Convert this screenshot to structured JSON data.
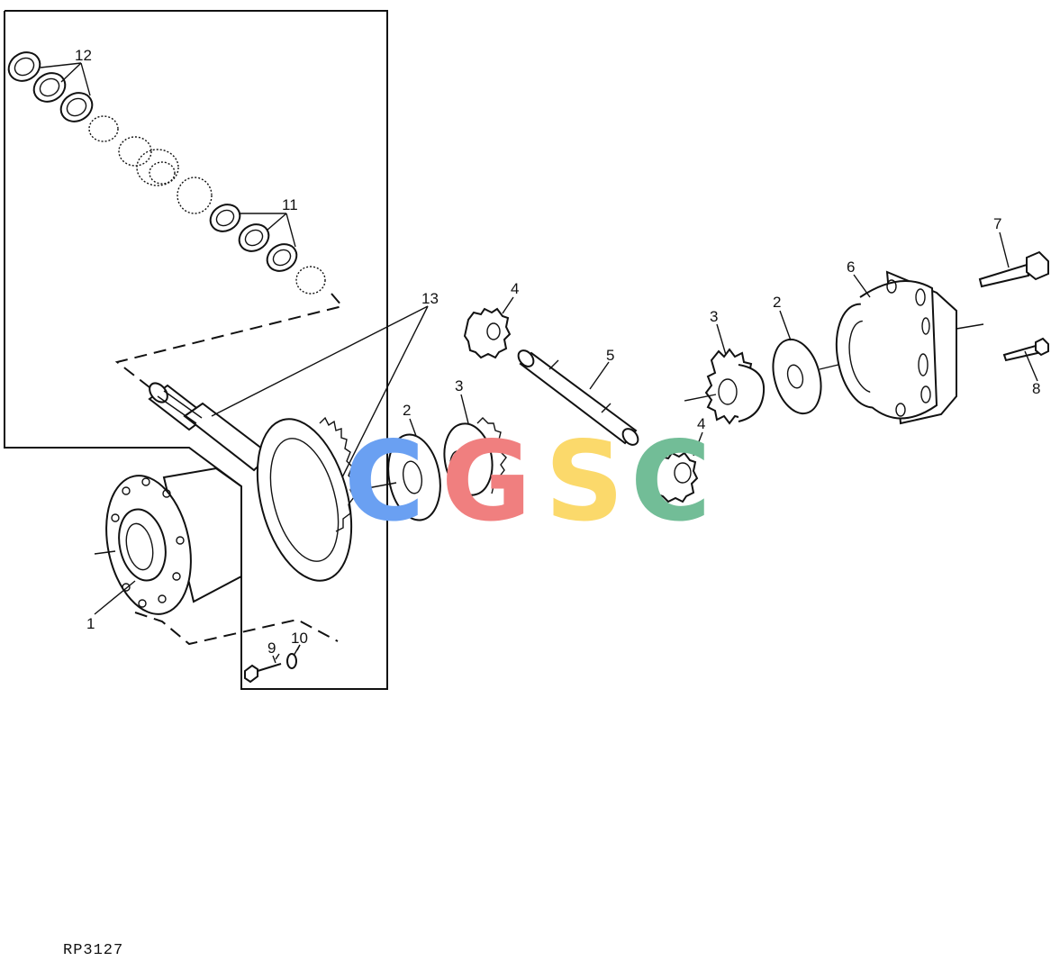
{
  "figure": {
    "reference": "RP3127",
    "watermark": {
      "letters": [
        "C",
        "G",
        "S",
        "C"
      ],
      "colors": [
        "#6aa0f2",
        "#f07f7f",
        "#fbd96b",
        "#72bd97"
      ]
    }
  },
  "callouts": {
    "c1": "1",
    "c2a": "2",
    "c2b": "2",
    "c3a": "3",
    "c3b": "3",
    "c4a": "4",
    "c4b": "4",
    "c5": "5",
    "c6": "6",
    "c7": "7",
    "c8": "8",
    "c9": "9",
    "c10": "10",
    "c11": "11",
    "c12": "12",
    "c13": "13"
  }
}
